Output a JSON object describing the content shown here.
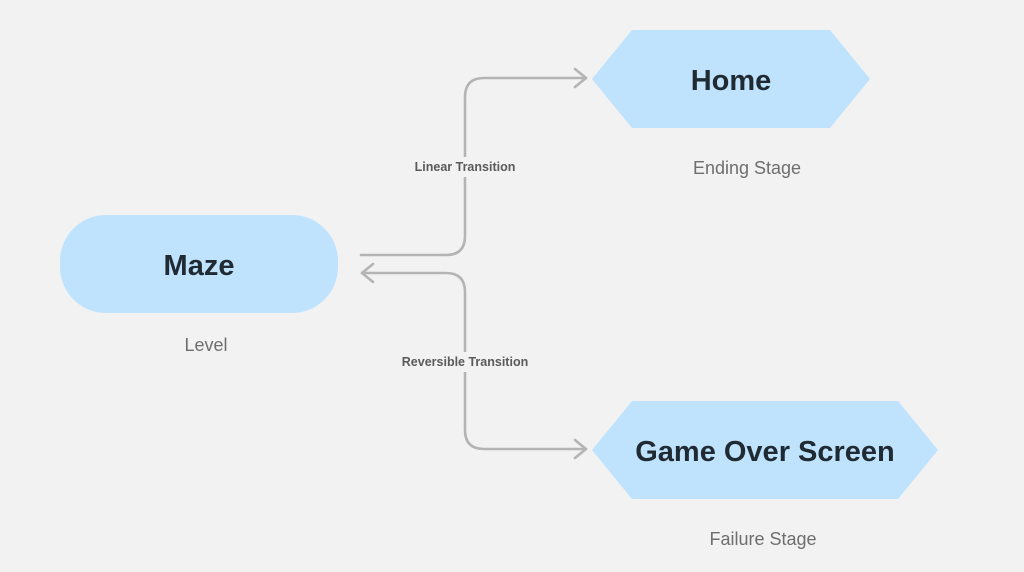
{
  "colors": {
    "background": "#f2f2f2",
    "node_fill": "#bfe2fd",
    "node_text": "#1f2a33",
    "caption_text": "#6e6e6e",
    "edge_stroke": "#b4b4b4",
    "edge_label_text": "#5a5a5a"
  },
  "nodes": {
    "maze": {
      "label": "Maze",
      "caption": "Level",
      "shape": "rounded-rectangle"
    },
    "home": {
      "label": "Home",
      "caption": "Ending Stage",
      "shape": "hexagon"
    },
    "game_over": {
      "label": "Game Over Screen",
      "caption": "Failure Stage",
      "shape": "hexagon"
    }
  },
  "edges": {
    "linear": {
      "label": "Linear Transition",
      "from": "Maze",
      "to": "Home",
      "direction": "one-way"
    },
    "reversible": {
      "label": "Reversible Transition",
      "from": "Game Over Screen",
      "to": "Maze",
      "direction": "two-way"
    }
  }
}
